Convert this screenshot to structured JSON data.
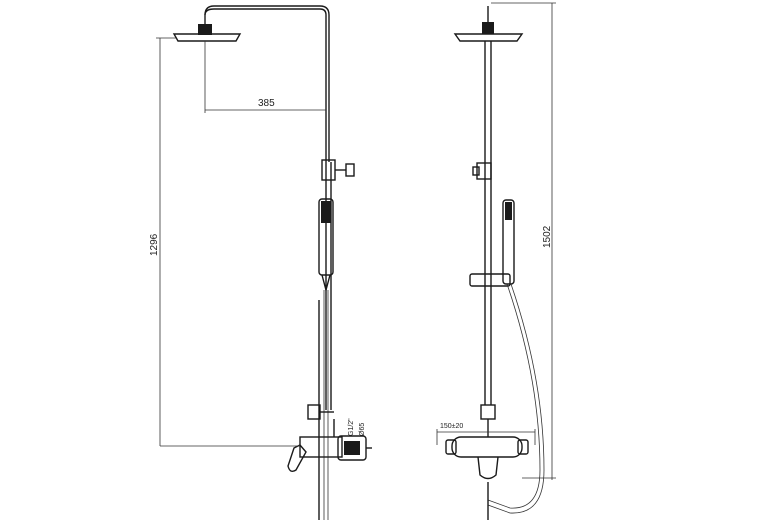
{
  "dimensions": {
    "arm_length": "385",
    "head_height": "1296",
    "total_height": "1502",
    "inlet_spacing": "150±20",
    "inlet_thread": "G1/2\"",
    "inlet_dia": "Ø65"
  }
}
